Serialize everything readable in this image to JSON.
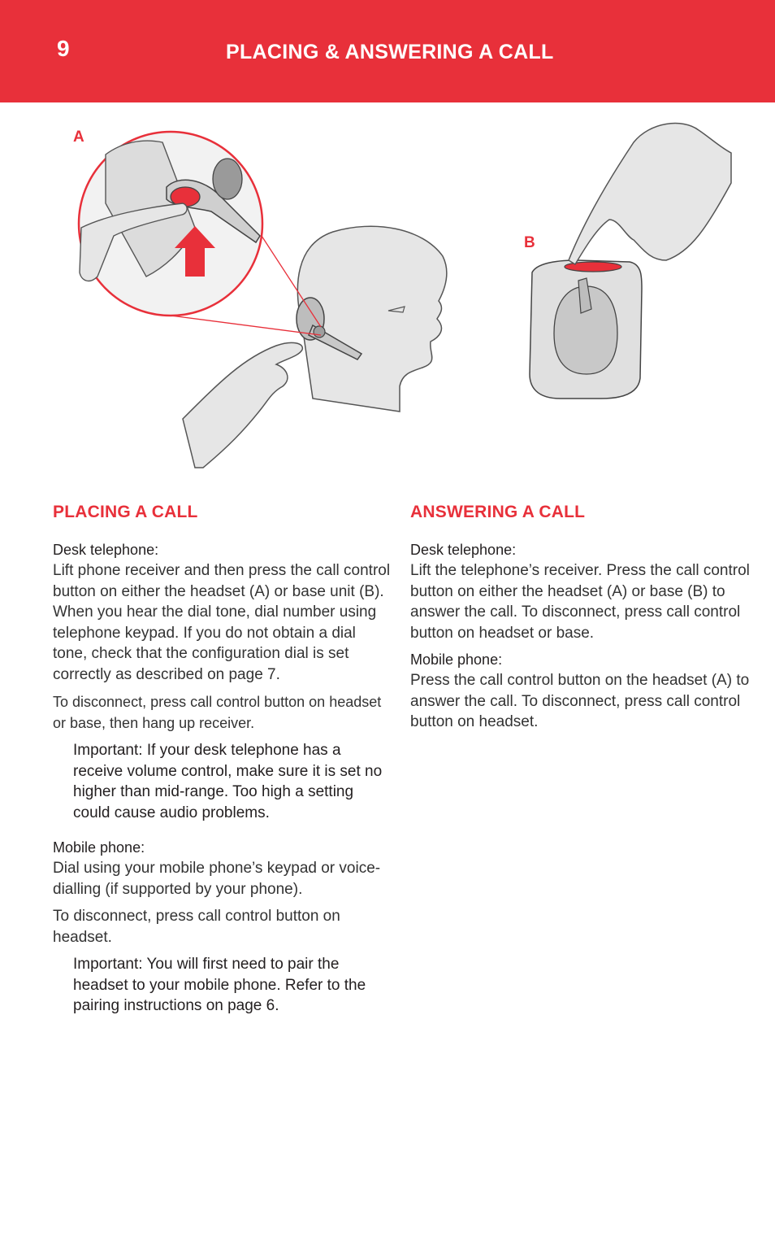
{
  "header": {
    "page_number": "9",
    "title": "PLACING & ANSWERING A CALL",
    "color": "#e8303a"
  },
  "figure": {
    "label_a": "A",
    "label_b": "B"
  },
  "placing": {
    "heading": "PLACING A CALL",
    "desk_label": "Desk telephone:",
    "desk_text": "Lift phone receiver and then press the call control button on either the headset (A) or base unit (B). When you hear the dial tone, dial number using telephone keypad. If you do not obtain a dial tone, check that the configuration dial is set correctly as described on page 7.",
    "disconnect_text": "To disconnect, press call control button on headset or base, then hang up receiver.",
    "important_1": "Important: If your desk telephone has a receive volume control, make sure it is set no higher than mid-range. Too high a setting could cause audio problems.",
    "mobile_label": "Mobile phone:",
    "mobile_text": "Dial using your mobile phone’s keypad or voice- dialling (if supported by your phone).",
    "mobile_disconnect": "To disconnect, press call control button on headset.",
    "important_2": "Important: You will first need to pair the headset to your mobile phone. Refer to the pairing instructions on page 6."
  },
  "answering": {
    "heading": "ANSWERING A CALL",
    "desk_label": "Desk telephone:",
    "desk_text": "Lift the telephone’s receiver. Press the call control button on either the headset (A) or base (B) to answer the call. To disconnect, press call control button on headset or base.",
    "mobile_label": "Mobile phone:",
    "mobile_text": "Press the call control button on the headset (A) to answer the call. To disconnect, press call control button on headset."
  }
}
